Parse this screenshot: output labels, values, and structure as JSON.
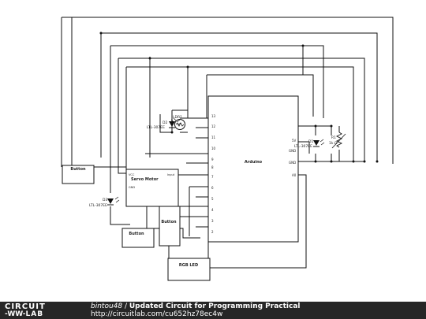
{
  "components": {
    "arduino": {
      "name": "Arduino"
    },
    "arduino_left_pins": [
      "13",
      "12",
      "11",
      "10",
      "9",
      "8",
      "7",
      "6",
      "5",
      "4",
      "3",
      "2"
    ],
    "arduino_right_pins": [
      "5V",
      "GND",
      "GND",
      "A0"
    ],
    "servo": {
      "name": "Servo Motor",
      "pin_vcc": "VCC",
      "pin_input": "Input",
      "pin_gnd": "GND"
    },
    "button_left": "Button",
    "button_bottom_a": "Button",
    "button_bottom_b": "Button",
    "rgb_led": "RGB LED",
    "ldr": {
      "ref": "LDR1"
    },
    "led_d1": {
      "ref": "D1",
      "part": "LTL-307EE"
    },
    "led_d2": {
      "ref": "D2",
      "part": "LTL-307EE"
    },
    "led_d3": {
      "ref": "D3",
      "part": "LTL-307EE"
    },
    "resistor": {
      "ref": "R1",
      "value": "1k Ω"
    }
  },
  "footer": {
    "logo_top": "CIRCUIT",
    "logo_bottom": "LAB",
    "author": "bintou48",
    "separator": " / ",
    "title": "Updated Circuit for Programming Practical",
    "url": "http://circuitlab.com/cu652hz78ec4w"
  },
  "colors": {
    "footer_bg": "#262626",
    "wire": "#111111"
  }
}
